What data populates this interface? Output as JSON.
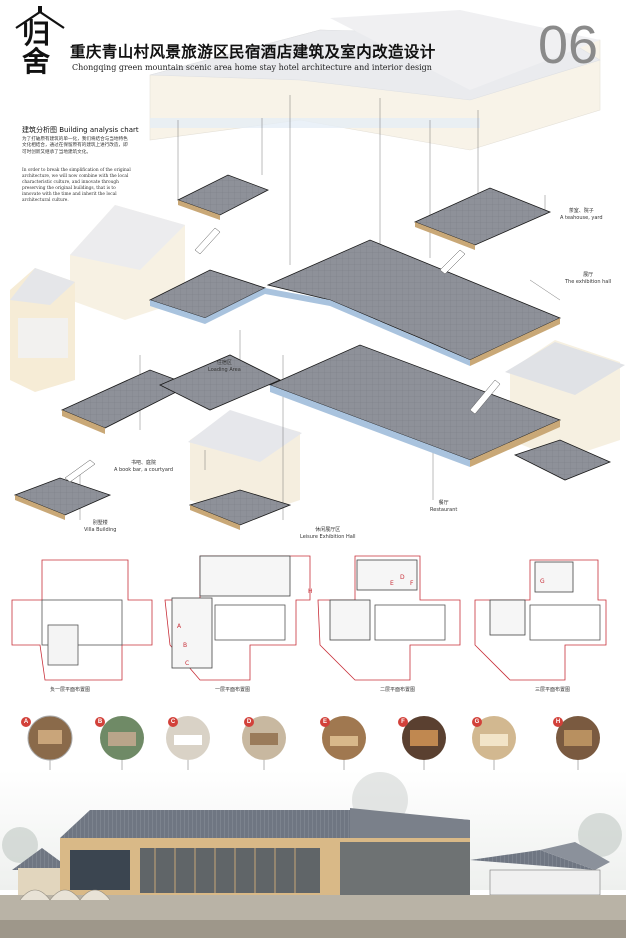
{
  "header": {
    "logo_char_top": "归",
    "logo_char_bottom": "舍",
    "title_cn": "重庆青山村风景旅游区民宿酒店建筑及室内改造设计",
    "title_en": "Chongqing green mountain scenic area home stay hotel architecture and interior design",
    "sheet_number": "06"
  },
  "analysis": {
    "title": "建筑分析图 Building analysis chart",
    "text_cn": "为了打破原有建筑的单一化，我们将结合与当地特色文化相结合，通过在保留原有的建筑上进行改造，即可时创新又继承了当地建筑文化。",
    "text_en": "In order to break the simplification of the original architecture, we will now combine with the local characteristic culture, and innovate through preserving the original buildings, that is to innovate with the time and inherit the local architectural culture."
  },
  "labels": {
    "teahouse": {
      "cn": "茶室、院子",
      "en": "A teahouse, yard"
    },
    "exhibition": {
      "cn": "展厅",
      "en": "The exhibition hall"
    },
    "loading": {
      "cn": "住宿区",
      "en": "Loading Area"
    },
    "bookbar": {
      "cn": "书吧、庭院",
      "en": "A book bar, a courtyard"
    },
    "villa": {
      "cn": "别墅楼",
      "en": "Villa Building"
    },
    "leisure": {
      "cn": "休闲展厅区",
      "en": "Leisure Exhibition Hall"
    },
    "restaurant": {
      "cn": "餐厅",
      "en": "Restaurant"
    }
  },
  "plans": [
    {
      "label": "负一层平面布置图"
    },
    {
      "label": "一层平面布置图"
    },
    {
      "label": "二层平面布置图"
    },
    {
      "label": "三层平面布置图"
    }
  ],
  "plan_marks": [
    "A",
    "B",
    "C",
    "D",
    "E",
    "F",
    "G",
    "H"
  ],
  "photo_badges": [
    "A",
    "B",
    "C",
    "D",
    "E",
    "F",
    "G",
    "H"
  ],
  "colors": {
    "accent_red": "#d2413a",
    "plan_outline_red": "#c8303a",
    "floor_grey": "#8c8f98",
    "edge_blue": "#a9c3de",
    "wood_tan": "#c9a877",
    "roof_grey": "#6f7682"
  }
}
